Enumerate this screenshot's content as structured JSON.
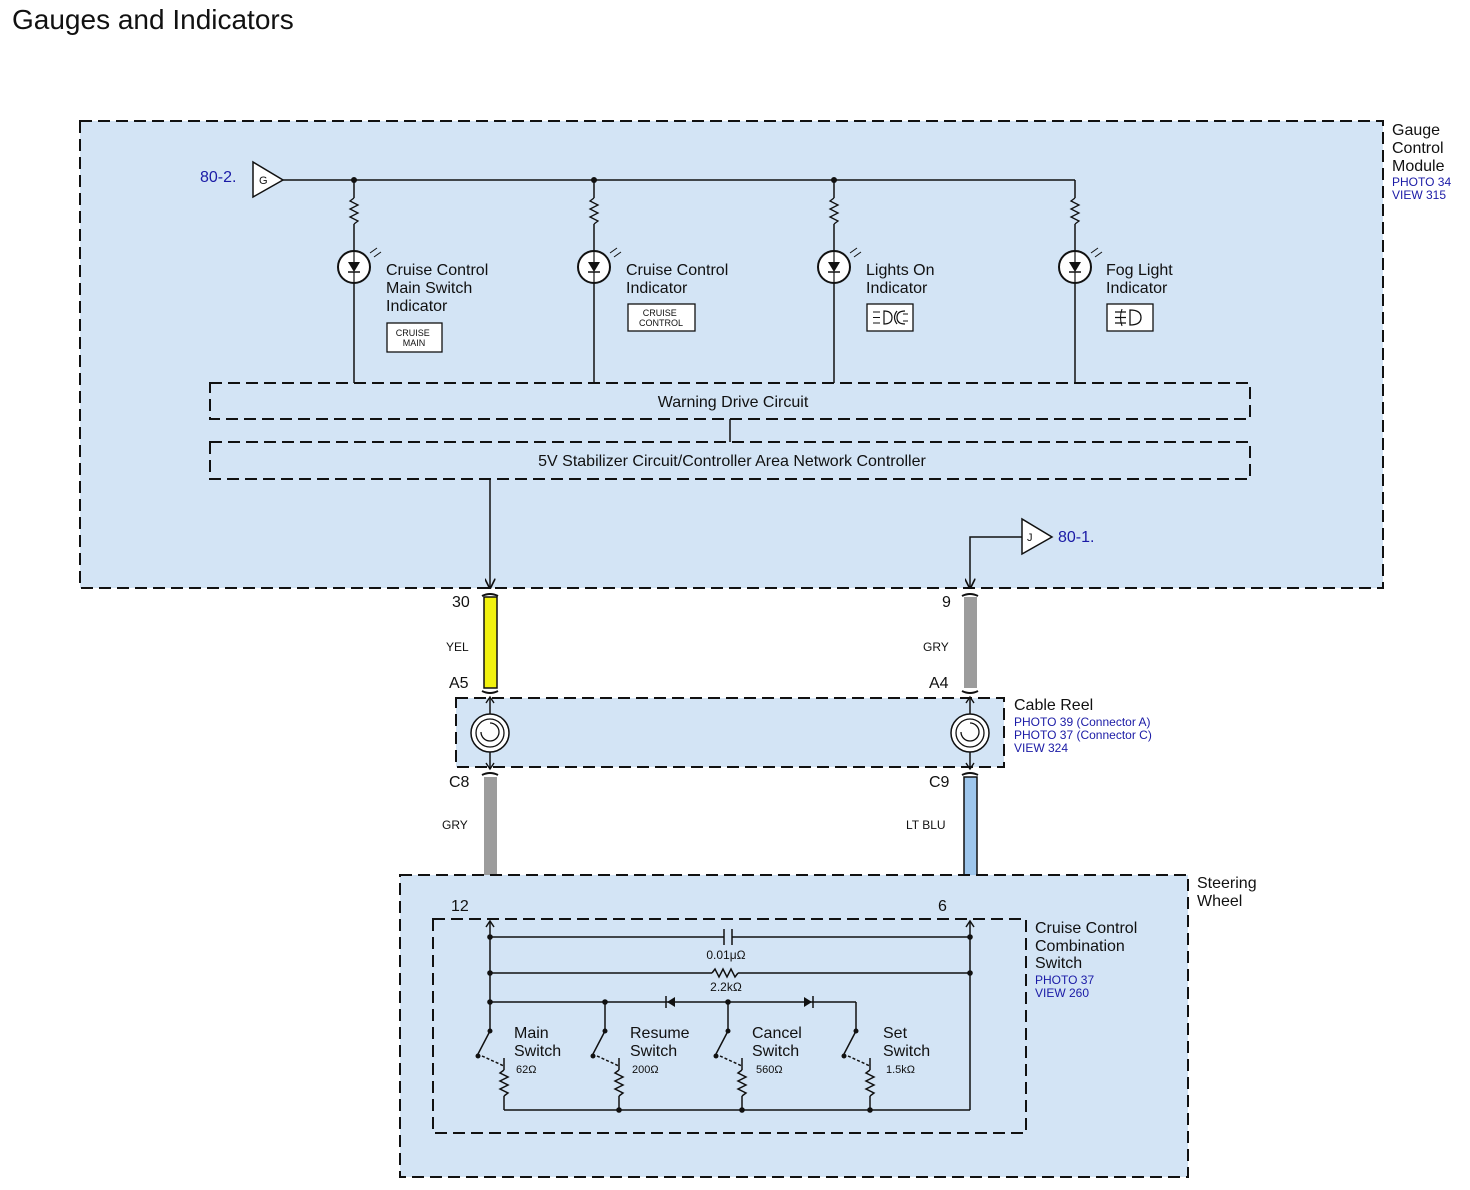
{
  "title": "Gauges and Indicators",
  "colors": {
    "module_fill": "#d3e4f5",
    "wire_yel": "#f2f20f",
    "wire_gry": "#9c9c9c",
    "wire_ltblu": "#9ec6ec",
    "ref_blue": "#1a1aa6"
  },
  "gauge_module": {
    "title_lines": [
      "Gauge",
      "Control",
      "Module"
    ],
    "photo": "PHOTO 34",
    "view": "VIEW 315"
  },
  "connectors": {
    "g_ref": "80-2.",
    "g_letter": "G",
    "j_ref": "80-1.",
    "j_letter": "J"
  },
  "indicators": [
    {
      "lines": [
        "Cruise Control",
        "Main Switch",
        "Indicator"
      ],
      "badge": [
        "CRUISE",
        "MAIN"
      ]
    },
    {
      "lines": [
        "Cruise Control",
        "Indicator"
      ],
      "badge": [
        "CRUISE",
        "CONTROL"
      ]
    },
    {
      "lines": [
        "Lights On",
        "Indicator"
      ],
      "icon": "headlight-icon"
    },
    {
      "lines": [
        "Fog Light",
        "Indicator"
      ],
      "icon": "fog-light-icon"
    }
  ],
  "warning_drive": "Warning Drive Circuit",
  "stabilizer": "5V Stabilizer Circuit/Controller Area Network Controller",
  "pins": {
    "p30": "30",
    "p9": "9",
    "a5": "A5",
    "a4": "A4",
    "c8": "C8",
    "c9": "C9",
    "p12": "12",
    "p6": "6"
  },
  "wires": {
    "yel": "YEL",
    "gry1": "GRY",
    "gry2": "GRY",
    "ltblu": "LT BLU"
  },
  "cable_reel": {
    "title": "Cable Reel",
    "refs": [
      "PHOTO 39 (Connector A)",
      "PHOTO 37 (Connector C)",
      "VIEW 324"
    ]
  },
  "steering": {
    "lines": [
      "Steering",
      "Wheel"
    ]
  },
  "combo_switch": {
    "lines": [
      "Cruise Control",
      "Combination",
      "Switch"
    ],
    "refs": [
      "PHOTO 37",
      "VIEW 260"
    ]
  },
  "capacitor": "0.01μΩ",
  "resistor": "2.2kΩ",
  "switches": [
    {
      "lines": [
        "Main",
        "Switch"
      ],
      "value": "62Ω"
    },
    {
      "lines": [
        "Resume",
        "Switch"
      ],
      "value": "200Ω"
    },
    {
      "lines": [
        "Cancel",
        "Switch"
      ],
      "value": "560Ω"
    },
    {
      "lines": [
        "Set",
        "Switch"
      ],
      "value": "1.5kΩ"
    }
  ]
}
